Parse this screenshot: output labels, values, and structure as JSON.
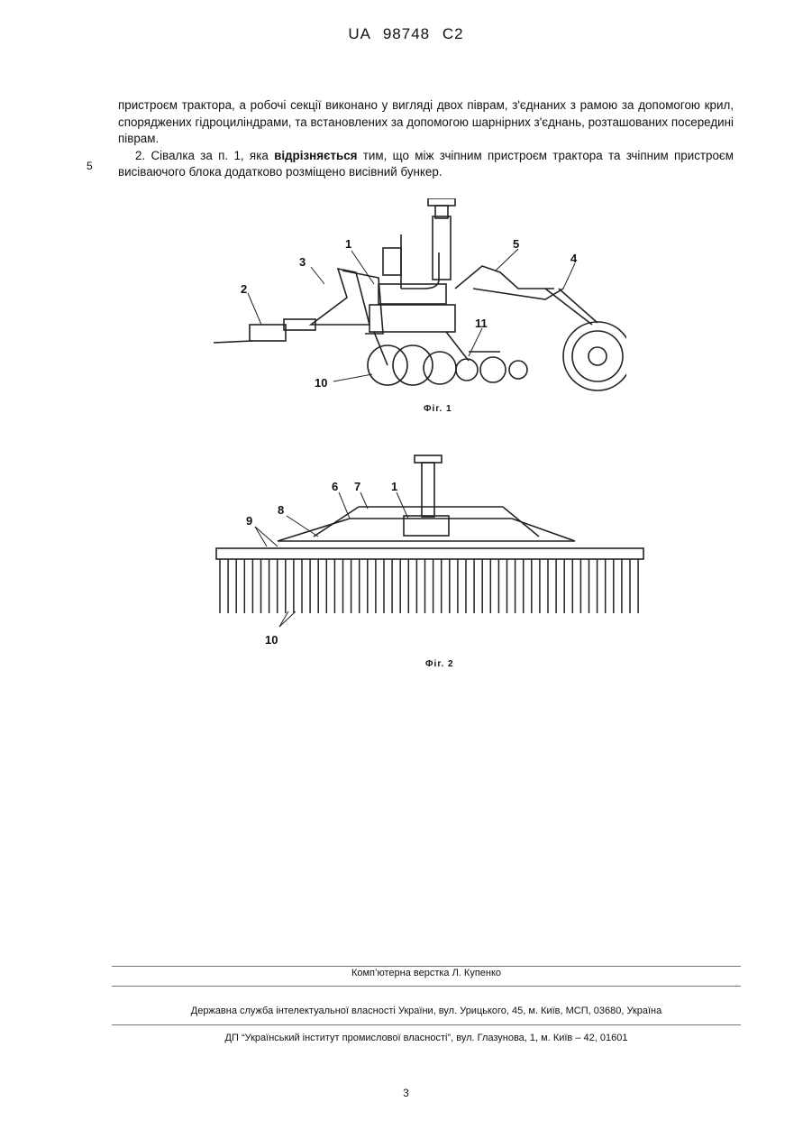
{
  "header": {
    "country": "UA",
    "number": "98748",
    "kind": "C2"
  },
  "body": {
    "para1": "пристроєм трактора, а робочі секції виконано у вигляді двох піврам, з'єднаних з рамою за допомогою крил, споряджених гідроциліндрами, та встановлених за допомогою шарнірних з'єднань, розташованих посередині піврам.",
    "para2_before": "2. Сівалка за п. 1, яка ",
    "para2_bold": "відрізняється",
    "para2_after": " тим, що між зчіпним пристроєм трактора та зчіпним пристроєм висіваючого блока додатково розміщено висівний бункер.",
    "line_number": "5"
  },
  "figure1": {
    "caption": "Фіг. 1",
    "labels": {
      "l1": "1",
      "l2": "2",
      "l3": "3",
      "l4": "4",
      "l5": "5",
      "l10": "10",
      "l11": "11"
    }
  },
  "figure2": {
    "caption": "Фіг. 2",
    "labels": {
      "l1": "1",
      "l6": "6",
      "l7": "7",
      "l8": "8",
      "l9": "9",
      "l10": "10"
    }
  },
  "footer": {
    "typesetting": "Комп’ютерна верстка Л. Купенко",
    "agency": "Державна служба інтелектуальної власності України, вул. Урицького, 45, м. Київ, МСП, 03680, Україна",
    "institute": "ДП “Український інститут промислової власності”, вул. Глазунова, 1, м. Київ – 42, 01601",
    "page_number": "3"
  }
}
